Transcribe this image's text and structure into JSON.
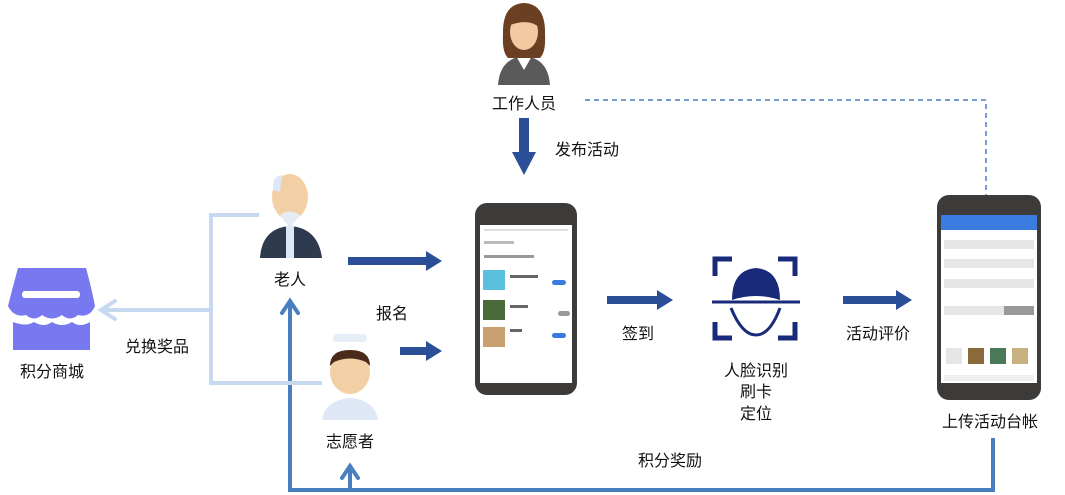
{
  "actors": {
    "staff": "工作人员",
    "elder": "老人",
    "volunteer": "志愿者",
    "shop": "积分商城"
  },
  "flow": {
    "publish": "发布活动",
    "signup": "报名",
    "checkin": "签到",
    "methods": [
      "人脸识别",
      "刷卡",
      "定位"
    ],
    "evaluate": "活动评价",
    "upload": "上传活动台帐",
    "reward": "积分奖励",
    "redeem": "兑换奖品"
  },
  "colors": {
    "arrow": "#2a4f97",
    "loop": "#4a7fbf",
    "light": "#c6d9f0",
    "shop": "#7878f0",
    "face": "#1a2a7a"
  }
}
